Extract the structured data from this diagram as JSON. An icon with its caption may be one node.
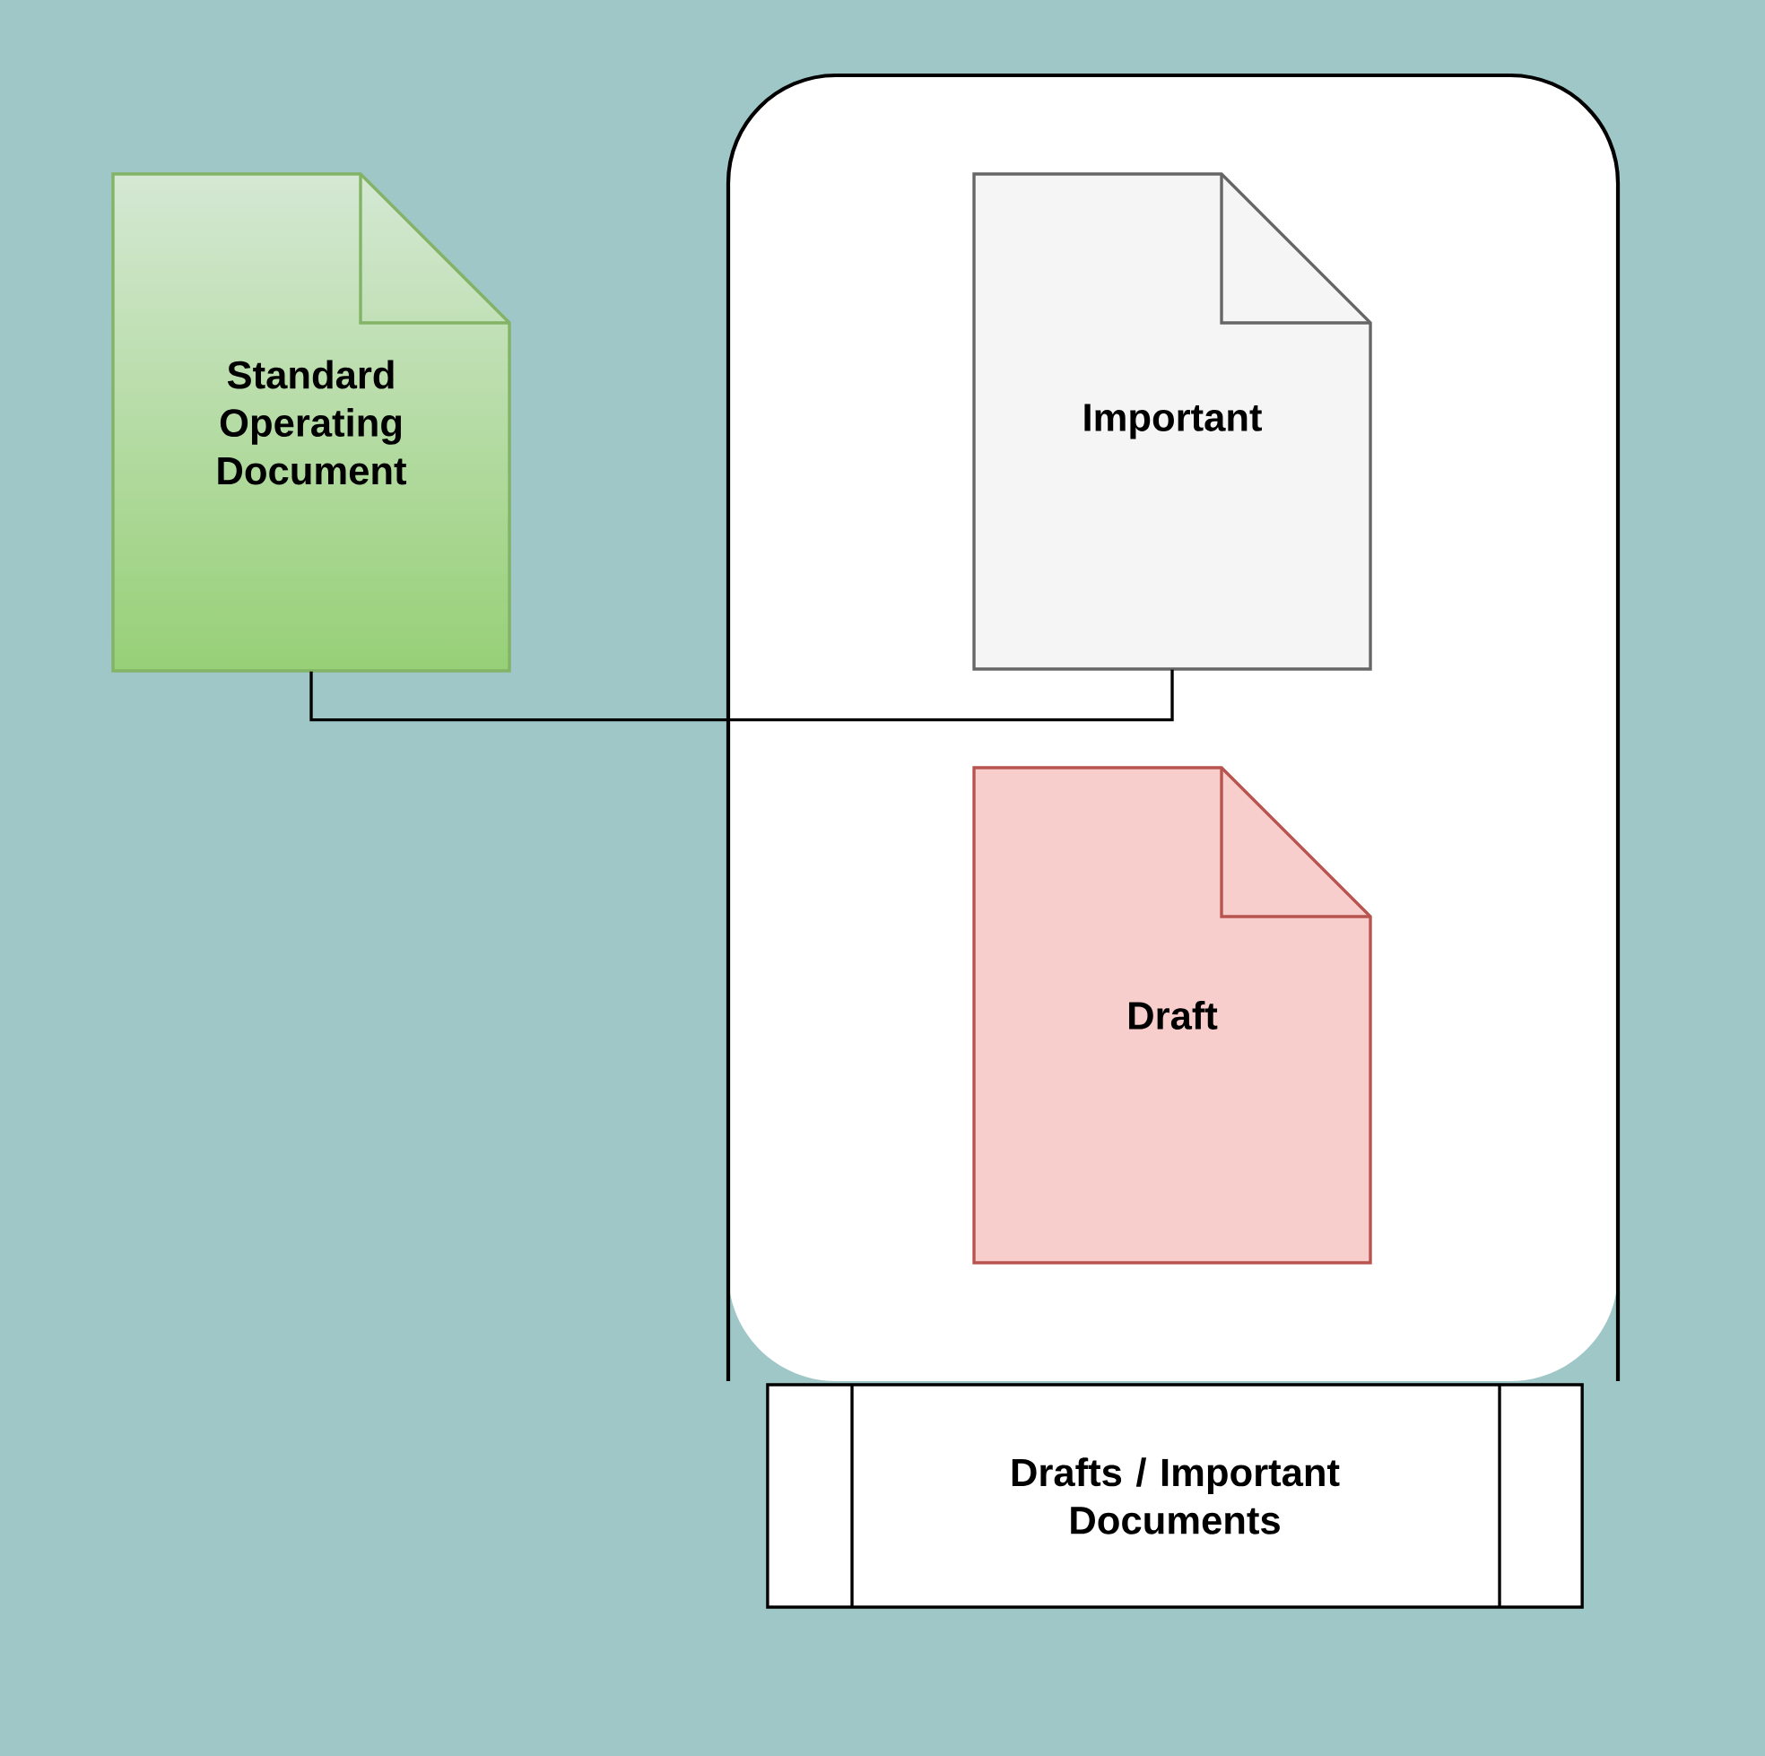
{
  "diagram": {
    "nodes": [
      {
        "text": [],
        "shape": "box"
      },
      {
        "text": [
          "Standard Operating Document"
        ]
      },
      {
        "text": [
          "Important"
        ],
        "in": 0
      },
      {
        "text": [
          "Draft"
        ],
        "in": 0
      },
      {
        "text": [
          "Drafts / Important Documents"
        ]
      }
    ],
    "edges": [
      {
        "from": 1,
        "to": 2,
        "arrow": "none"
      }
    ]
  }
}
